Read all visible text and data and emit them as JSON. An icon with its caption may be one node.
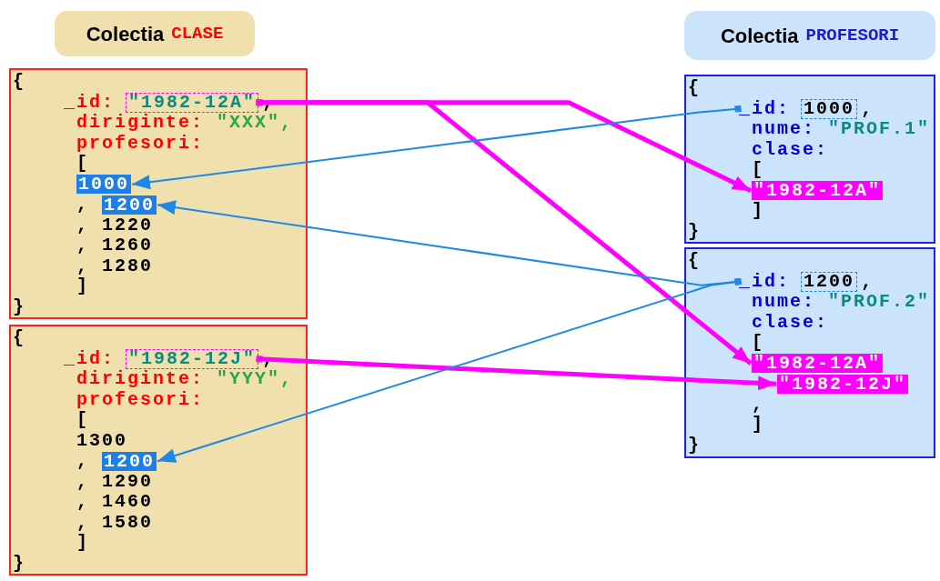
{
  "diagram": {
    "nodes": [
      {
        "text": [
          "Colectia",
          "CLASE"
        ]
      },
      {
        "text": [
          "Colectia",
          "PROFESORI"
        ]
      },
      {
        "text": [
          "{",
          ",",
          "diriginte:",
          "\"XXX\",",
          "profesori:",
          "[",
          ",",
          ", 1220",
          ", 1260",
          ", 1280",
          "]",
          "}"
        ]
      },
      {
        "text": [
          "_id:",
          "\"1982-12A\""
        ],
        "in": 2
      },
      {
        "text": [
          "1000"
        ],
        "in": 2
      },
      {
        "text": [
          "1200"
        ],
        "in": 2
      },
      {
        "text": [
          "{",
          ",",
          "diriginte:",
          "\"YYY\",",
          "profesori:",
          "[",
          "1300",
          ",",
          ", 1290",
          ", 1460",
          ", 1580",
          "]",
          "}"
        ]
      },
      {
        "text": [
          "_id:",
          "\"1982-12J\""
        ],
        "in": 6
      },
      {
        "text": [
          "1200"
        ],
        "in": 6
      },
      {
        "text": [
          "{",
          ",",
          "nume:",
          "\"PROF.1\"",
          "clase:",
          "[",
          "]",
          "}"
        ]
      },
      {
        "text": [
          "_id:",
          "1000"
        ],
        "in": 9
      },
      {
        "text": [
          "\"1982-12A\""
        ],
        "in": 9
      },
      {
        "text": [
          "{",
          ",",
          "nume:",
          "\"PROF.2\"",
          "clase:",
          "[",
          ",",
          "]",
          "}"
        ]
      },
      {
        "text": [
          "_id:",
          "1200"
        ],
        "in": 12
      },
      {
        "text": [
          "\"1982-12A\""
        ],
        "in": 12
      },
      {
        "text": [
          "\"1982-12J\""
        ],
        "in": 12
      }
    ],
    "edges": [
      {
        "from": 3,
        "to": 11,
        "arrow": "to",
        "style": "thick",
        "color": "#ff00ff"
      },
      {
        "from": 3,
        "to": 14,
        "arrow": "to",
        "style": "thick",
        "color": "#ff00ff"
      },
      {
        "from": 7,
        "to": 15,
        "arrow": "to",
        "style": "thick",
        "color": "#ff00ff"
      },
      {
        "from": 10,
        "to": 4,
        "arrow": "to",
        "color": "#1e88e5"
      },
      {
        "from": 13,
        "to": 5,
        "arrow": "to",
        "color": "#1e88e5"
      },
      {
        "from": 13,
        "to": 8,
        "arrow": "to",
        "color": "#1e88e5"
      }
    ]
  }
}
